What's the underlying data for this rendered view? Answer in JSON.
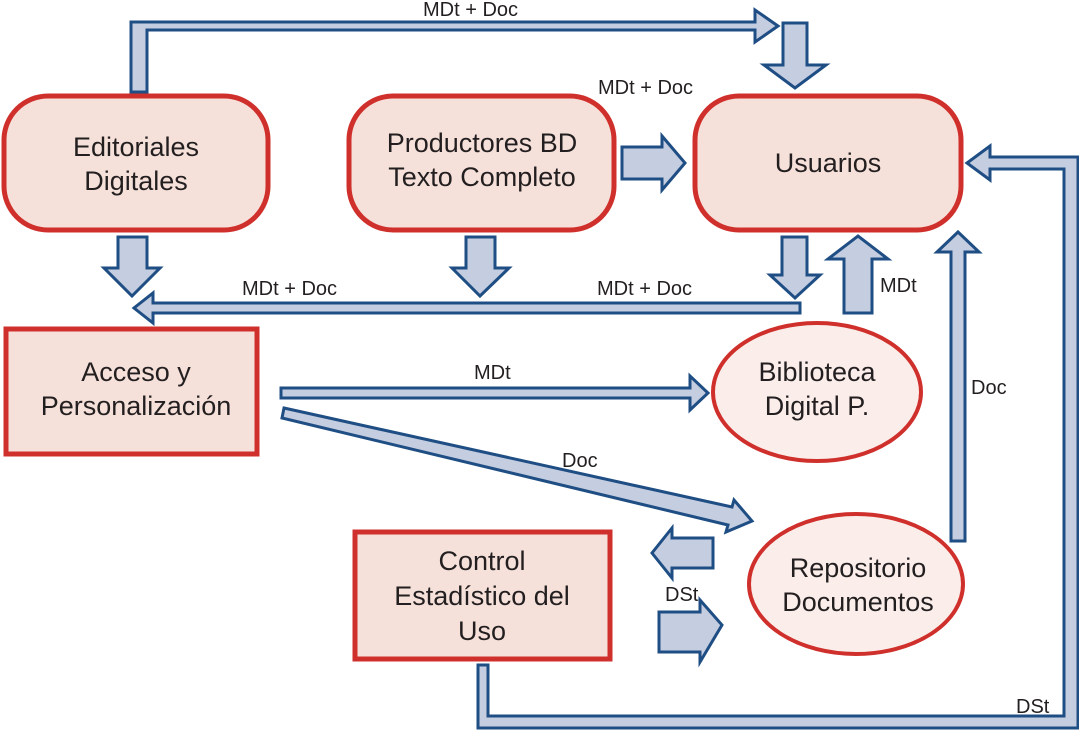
{
  "diagram": {
    "nodes": {
      "editoriales": [
        "Editoriales",
        "Digitales"
      ],
      "productores": [
        "Productores BD",
        "Texto Completo"
      ],
      "usuarios": [
        "Usuarios"
      ],
      "acceso": [
        "Acceso y",
        "Personalización"
      ],
      "biblioteca": [
        "Biblioteca",
        "Digital P."
      ],
      "repositorio": [
        "Repositorio",
        "Documentos"
      ],
      "control": [
        "Control",
        "Estadístico del",
        "Uso"
      ]
    },
    "edge_labels": {
      "top_loop": "MDt + Doc",
      "productores_to_usuarios": "MDt + Doc",
      "left_return": "MDt + Doc",
      "right_return": "MDt + Doc",
      "biblioteca_to_usuarios": "MDt",
      "acceso_to_biblioteca": "MDt",
      "acceso_to_repositorio": "Doc",
      "repositorio_to_usuarios": "Doc",
      "control_repositorio": "DSt",
      "control_to_usuarios": "DSt"
    },
    "colors": {
      "node_border": "#d0302c",
      "node_fill": "#f6e1da",
      "arrow_fill": "#c5cde0",
      "arrow_stroke": "#1f4e84"
    }
  }
}
